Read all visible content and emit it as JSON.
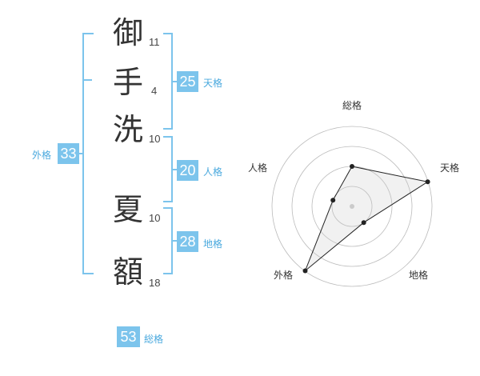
{
  "name_chars": [
    {
      "char": "御",
      "strokes": "11"
    },
    {
      "char": "手",
      "strokes": "4"
    },
    {
      "char": "洗",
      "strokes": "10"
    },
    {
      "char": "夏",
      "strokes": "10"
    },
    {
      "char": "額",
      "strokes": "18"
    }
  ],
  "fortune": {
    "tenkaku": {
      "value": "25",
      "label": "天格"
    },
    "jinkaku": {
      "value": "20",
      "label": "人格"
    },
    "chikaku": {
      "value": "28",
      "label": "地格"
    },
    "gaikaku": {
      "value": "33",
      "label": "外格"
    },
    "soukaku": {
      "value": "53",
      "label": "総格"
    }
  },
  "colors": {
    "accent": "#7cc4ec",
    "accent_text": "#4aa9de",
    "text": "#333333"
  },
  "chart_data": {
    "type": "radar",
    "axes": [
      "総格",
      "天格",
      "地格",
      "外格",
      "人格"
    ],
    "rings": 4,
    "values": [
      2,
      4,
      1,
      4,
      1
    ],
    "max": 4
  }
}
